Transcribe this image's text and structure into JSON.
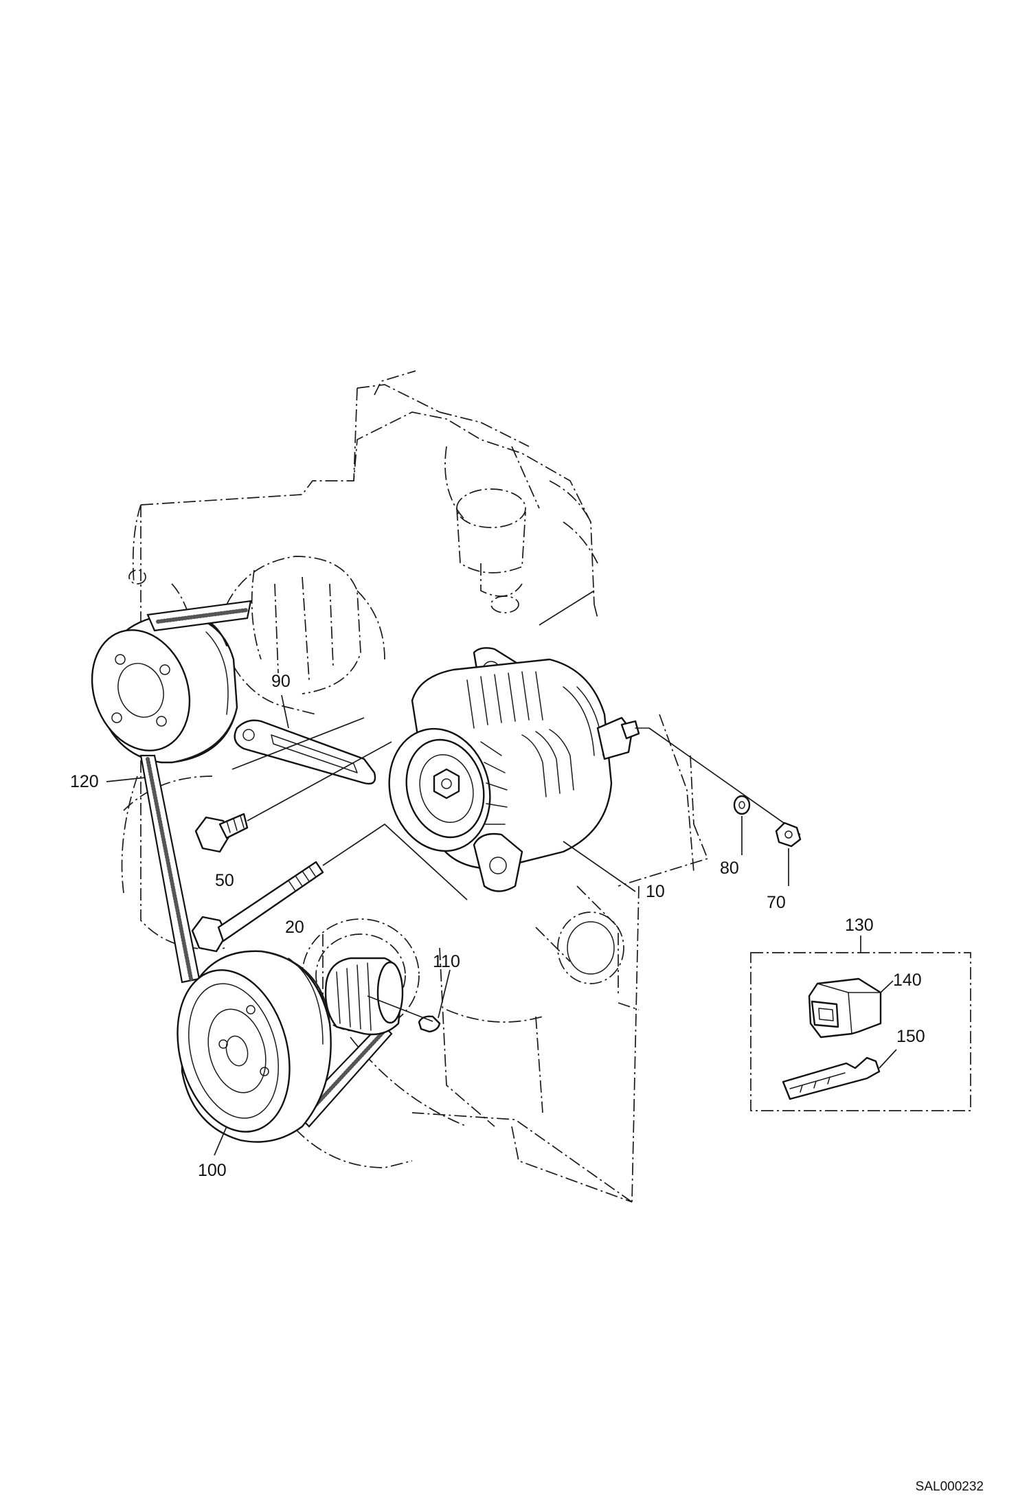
{
  "callouts": {
    "c10": "10",
    "c20": "20",
    "c50": "50",
    "c70": "70",
    "c80": "80",
    "c90": "90",
    "c100": "100",
    "c110": "110",
    "c120": "120",
    "c130": "130",
    "c140": "140",
    "c150": "150"
  },
  "reference_code": "SAL000232"
}
